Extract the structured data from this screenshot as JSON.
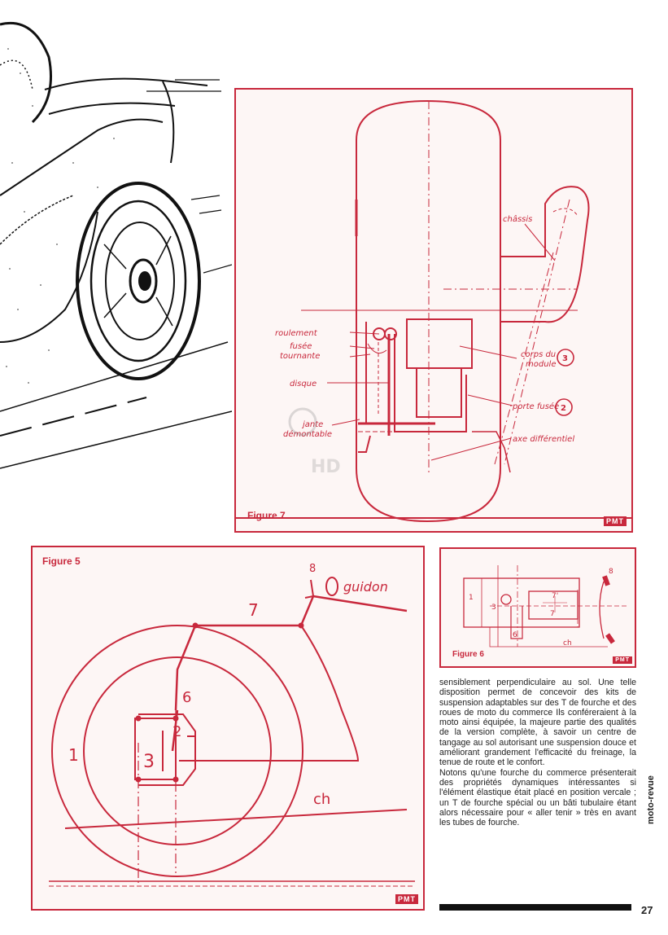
{
  "figure7": {
    "caption": "Figure 7",
    "labels": {
      "chassis": "châssis",
      "roulement": "roulement",
      "fusee1": "fusée",
      "fusee2": "tournante",
      "disque": "disque",
      "jante1": "jante",
      "jante2": "démontable",
      "corps1": "corps du",
      "corps2": "module",
      "corps_num": "3",
      "porte": "porte fusée",
      "porte_num": "2",
      "axe": "axe différentiel"
    },
    "watermark": "PMT"
  },
  "figure5": {
    "caption": "Figure 5",
    "labels": {
      "n8": "8",
      "guidon": "guidon",
      "n7": "7",
      "n6": "6",
      "n2": "2",
      "n3": "3",
      "n1": "1",
      "ch": "ch"
    },
    "watermark": "PMT"
  },
  "figure6": {
    "caption": "Figure 6",
    "labels": {
      "n1": "1",
      "n3": "3",
      "n7p": "7'",
      "n7": "7",
      "n6": "6",
      "n8": "8",
      "ch": "ch"
    },
    "watermark": "PMT"
  },
  "article": {
    "paragraph1": "sensiblement perpendiculaire au sol. Une telle disposition permet de concevoir des kits de suspension adaptables sur des T de fourche et des roues de moto du commerce Ils conféreraient à la moto ainsi équipée, la majeure partie des qualités de la version complète, à savoir un centre de tangage au sol autorisant une suspension douce et améliorant grandement l'efficacité du freinage, la tenue de route et le confort.",
    "paragraph2": "Notons qu'une fourche du commerce présenterait des propriétés dynamiques intéressantes si l'élément élastique était placé en position vercale ; un T de fourche spécial ou un bâti tubulaire étant alors nécessaire pour « aller tenir » très en avant les tubes de fourche."
  },
  "footer": {
    "magazine": "moto-revue",
    "page": "27"
  },
  "colors": {
    "red": "#c8283c",
    "panel_bg": "#fdf6f5"
  }
}
